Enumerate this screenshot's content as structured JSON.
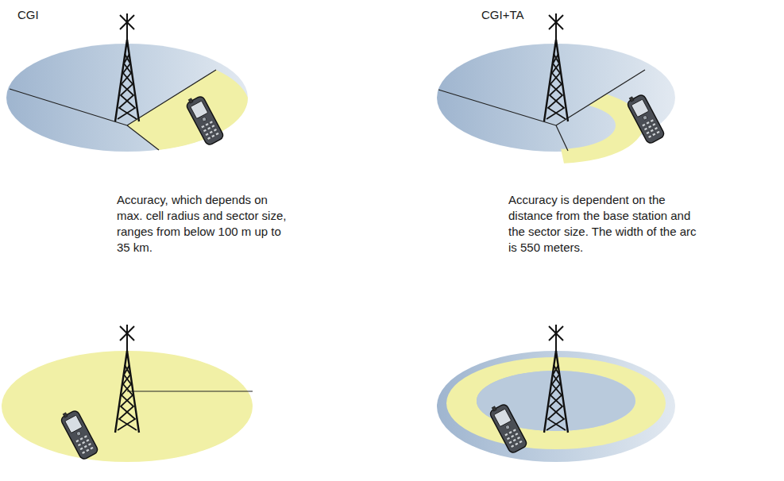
{
  "diagram": {
    "labels": [
      "CGI",
      "CGI+TA",
      "Accuracy, which depends on max. cell radius and sector size, ranges from below 100 m up to 35 km.",
      "Accuracy is dependent on the distance from the base station and the sector size. The width of the arc is 550 meters."
    ]
  }
}
